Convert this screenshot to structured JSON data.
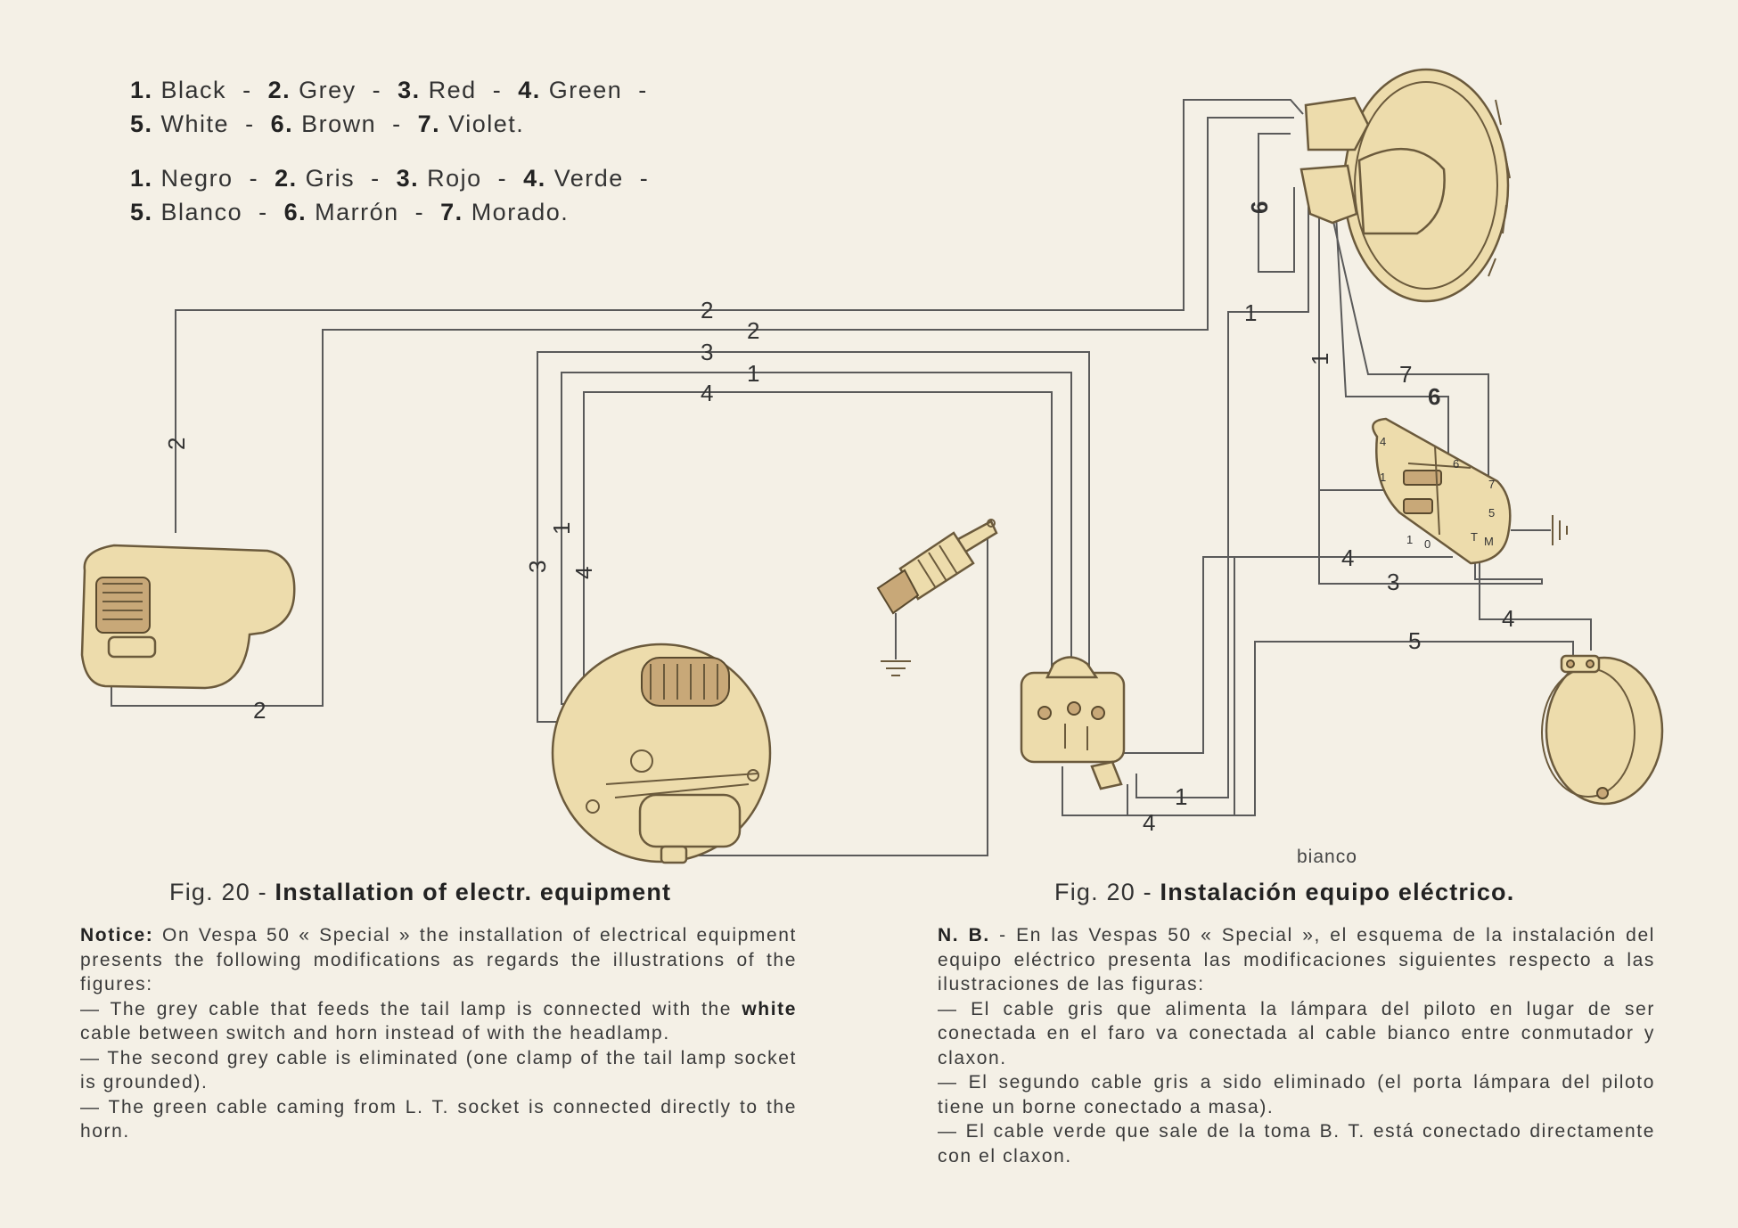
{
  "legend_en": [
    [
      {
        "n": "1.",
        "c": "Black"
      },
      {
        "n": "2.",
        "c": "Grey"
      },
      {
        "n": "3.",
        "c": "Red"
      },
      {
        "n": "4.",
        "c": "Green"
      }
    ],
    [
      {
        "n": "5.",
        "c": "White"
      },
      {
        "n": "6.",
        "c": "Brown"
      },
      {
        "n": "7.",
        "c": "Violet."
      }
    ]
  ],
  "legend_es": [
    [
      {
        "n": "1.",
        "c": "Negro"
      },
      {
        "n": "2.",
        "c": "Gris"
      },
      {
        "n": "3.",
        "c": "Rojo"
      },
      {
        "n": "4.",
        "c": "Verde"
      }
    ],
    [
      {
        "n": "5.",
        "c": "Blanco"
      },
      {
        "n": "6.",
        "c": "Marrón"
      },
      {
        "n": "7.",
        "c": "Morado."
      }
    ]
  ],
  "wire_labels": {
    "w2_top": "2",
    "w2_second": "2",
    "w3_top": "3",
    "w1_top": "1",
    "w4_top": "4",
    "w2_left_vertical": "2",
    "w2_tail_bottom": "2",
    "w3_left_vertical": "3",
    "w1_left_vertical": "1",
    "w4_left_vertical": "4",
    "w6_headlamp": "6",
    "w1_headlamp": "1",
    "w1_vertical_right": "1",
    "w7_right": "7",
    "w6_right": "6",
    "w4_switch": "4",
    "w3_switch": "3",
    "w4_horn": "4",
    "w5_horn": "5",
    "w1_bottom": "1",
    "w4_bottom": "4"
  },
  "switch_marks": [
    "4",
    "1",
    "6",
    "7",
    "5",
    "1",
    "0",
    "T",
    "M"
  ],
  "note_bianco": "bianco",
  "caption_en": {
    "prefix": "Fig. 20 -",
    "title": "Installation of electr. equipment"
  },
  "caption_es": {
    "prefix": "Fig. 20 -",
    "title": "Instalación equipo eléctrico."
  },
  "note_en": {
    "lead": "Notice:",
    "p1": "On Vespa 50 « Special » the installation of electrical equipment presents the following modifications as regards the illustrations of the figures:",
    "p2a": "— The grey cable that feeds the tail lamp is connected with the",
    "p2b": "white",
    "p2c": "cable between switch and horn instead of with the headlamp.",
    "p3": "— The second grey cable is eliminated (one clamp of the tail lamp socket is grounded).",
    "p4": "— The green cable caming from L. T. socket is connected directly to the horn."
  },
  "note_es": {
    "lead": "N. B.",
    "p1": "- En las Vespas 50 « Special », el esquema de la instalación del equipo eléctrico presenta las modificaciones siguientes respecto a las ilustraciones de las figuras:",
    "p2": "— El cable gris que alimenta la lámpara del piloto en lugar de ser conectada en el faro va conectada al cable bianco entre conmutador y claxon.",
    "p3": "— El segundo cable gris a sido eliminado (el porta lámpara del piloto tiene un borne conectado a masa).",
    "p4": "— El cable verde que sale de la toma B. T. está conectado directamente con el claxon."
  },
  "colors": {
    "paper": "#f4f0e6",
    "component_fill": "#eddcac",
    "wire": "#5a5a5a"
  }
}
